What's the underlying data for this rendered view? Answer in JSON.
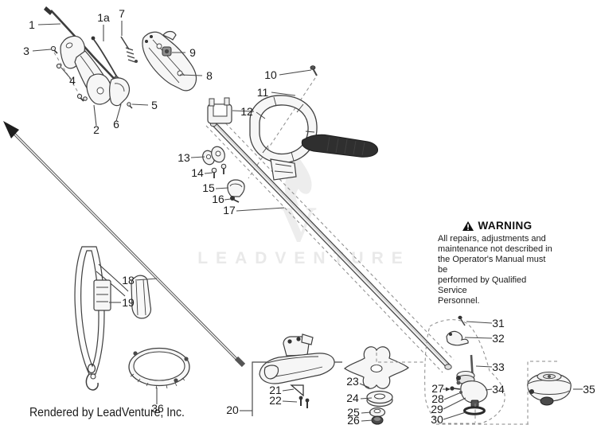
{
  "page": {
    "footer_text": "Rendered by LeadVenture, Inc."
  },
  "watermark": {
    "text": "LEADVENTURE",
    "monogram": "V"
  },
  "warning": {
    "title": "WARNING",
    "line1": "All repairs, adjustments and",
    "line2": "maintenance not described in",
    "line3": "the Operator's Manual must be",
    "line4": "performed by Qualified Service",
    "line5": "Personnel."
  },
  "callouts": {
    "c1": "1",
    "c1a": "1a",
    "c2": "2",
    "c3": "3",
    "c4": "4",
    "c5": "5",
    "c6": "6",
    "c7": "7",
    "c8": "8",
    "c9": "9",
    "c10": "10",
    "c11": "11",
    "c12": "12",
    "c13": "13",
    "c14": "14",
    "c15": "15",
    "c16": "16",
    "c17": "17",
    "c18": "18",
    "c19": "19",
    "c20": "20",
    "c21": "21",
    "c22": "22",
    "c23": "23",
    "c24": "24",
    "c25": "25",
    "c26": "26",
    "c27": "27",
    "c28": "28",
    "c29": "29",
    "c30": "30",
    "c31": "31",
    "c32": "32",
    "c33": "33",
    "c34": "34",
    "c35": "35",
    "c36": "36"
  },
  "colors": {
    "line": "#3f3f3f",
    "label": "#1b1b1b",
    "watermark": "#e9e9e9",
    "dash": "#8a8a8a",
    "background": "#ffffff"
  }
}
